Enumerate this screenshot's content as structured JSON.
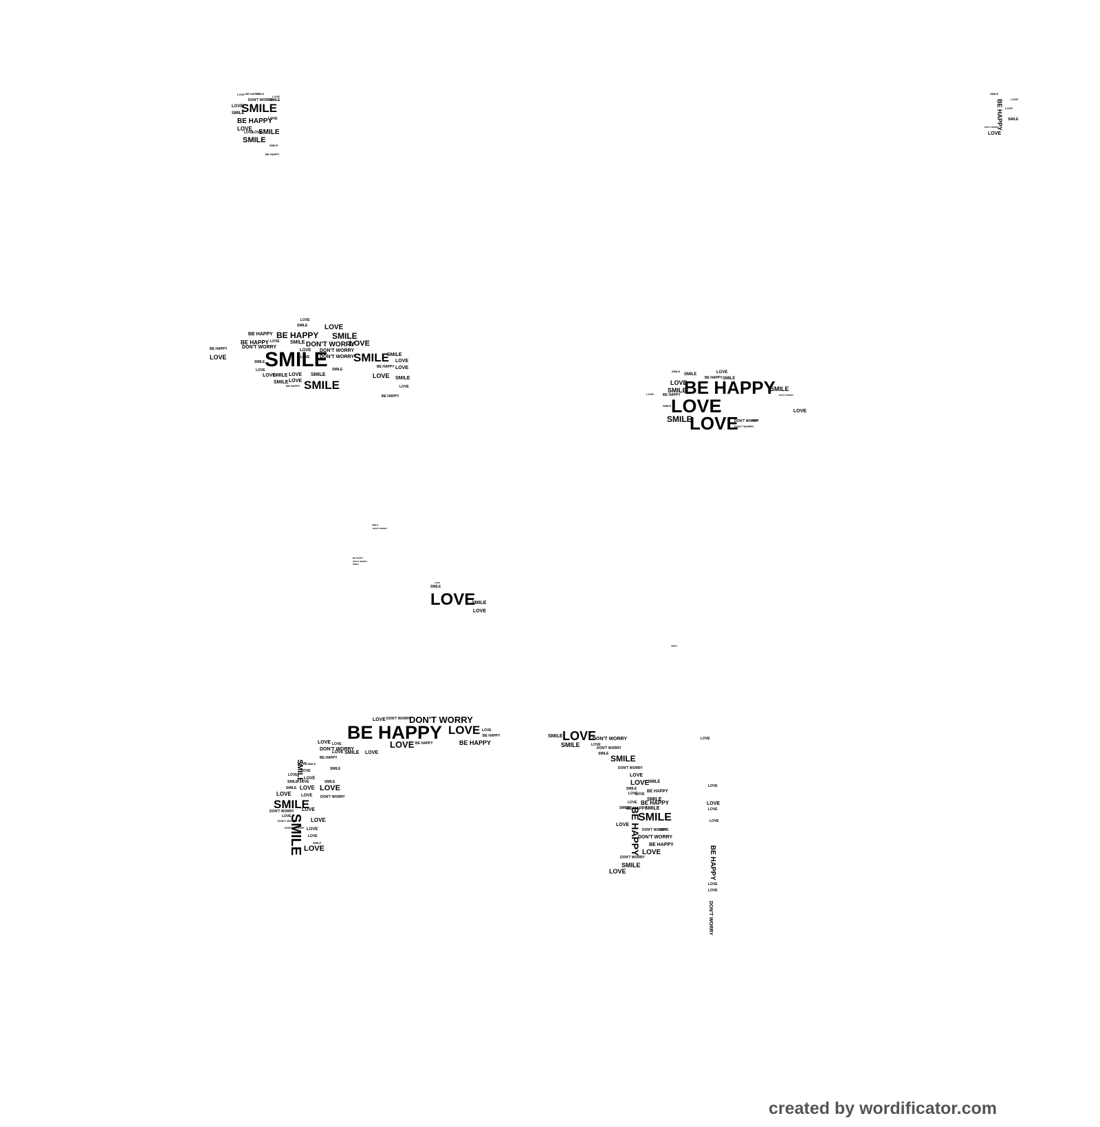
{
  "colors": {
    "background": "#ffffff",
    "text": "#000000",
    "credit": "#555555"
  },
  "credit": "created by wordificator.com",
  "clusters": [
    {
      "name": "cluster-top-left",
      "words": [
        "LOVE",
        "BE HAPPY",
        "SMILE",
        "LOVE",
        "DON'T WORRY",
        "SMILE",
        "LOVE",
        "SMILE",
        "LOVE",
        "SMILE",
        "BE HAPPY",
        "LOVE",
        "LOVE",
        "LOVE",
        "SMILE",
        "SMILE",
        "SMILE",
        "BE HAPPY"
      ]
    },
    {
      "name": "cluster-top-right",
      "words": [
        "SMILE",
        "LOVE",
        "BE HAPPY",
        "LOVE",
        "SMILE",
        "DON'T WORRY",
        "LOVE"
      ]
    },
    {
      "name": "cluster-mid-left",
      "words": [
        "LOVE",
        "SMILE",
        "LOVE",
        "BE HAPPY",
        "BE HAPPY",
        "SMILE",
        "BE HAPPY",
        "LOVE",
        "SMILE",
        "DON'T WORRY",
        "LOVE",
        "BE HAPPY",
        "DON'T WORRY",
        "LOVE",
        "DON'T WORRY",
        "LOVE",
        "DON'T WORRY",
        "SMILE",
        "LOVE",
        "SMILE",
        "SMILE",
        "SMILE",
        "LOVE",
        "LOVE",
        "BE HAPPY",
        "LOVE",
        "SMILE",
        "LOVE",
        "SMILE",
        "LOVE",
        "SMILE",
        "LOVE",
        "SMILE",
        "LOVE",
        "BE HAPPY",
        "SMILE",
        "LOVE",
        "BE HAPPY",
        "SMILE"
      ]
    },
    {
      "name": "cluster-mid-right",
      "words": [
        "SMILE",
        "LOVE",
        "LOVE",
        "SMILE",
        "BE HAPPY",
        "SMILE",
        "LOVE",
        "SMILE",
        "BE HAPPY",
        "BE HAPPY",
        "DON'T WORRY",
        "SMILE",
        "LOVE",
        "LOVE",
        "SMILE",
        "LOVE",
        "DON'T WORRY",
        "LOVE",
        "LOVE",
        "SMILE",
        "DON'T WORRY"
      ]
    },
    {
      "name": "cluster-scatter",
      "words": [
        "SMILE",
        "DON'T WORRY",
        "BE HAPPY",
        "DON'T WORRY",
        "SMILE",
        "LOVE",
        "SMILE",
        "LOVE",
        "SMILE",
        "LOVE",
        "SMILE"
      ]
    },
    {
      "name": "cluster-bottom-left",
      "words": [
        "LOVE",
        "DON'T WORRY",
        "DON'T WORRY",
        "BE HAPPY",
        "LOVE",
        "BE HAPPY",
        "LOVE",
        "BE HAPPY",
        "LOVE",
        "BE HAPPY",
        "LOVE",
        "LOVE",
        "DON'T WORRY",
        "LOVE",
        "SMILE",
        "LOVE",
        "BE HAPPY",
        "SMILE",
        "LOVE",
        "LOVE",
        "SMILE",
        "LOVE",
        "SMILE",
        "LOVE",
        "LOVE",
        "SMILE",
        "DON'T WORRY",
        "LOVE",
        "SMILE",
        "LOVE",
        "DON'T WORRY",
        "LOVE",
        "SMILE",
        "LOVE",
        "DON'T WORRY",
        "DON'T WORRY",
        "LOVE",
        "LOVE",
        "SMILE",
        "LOVE",
        "SMILE",
        "LOVE",
        "LOVE",
        "LOVE",
        "SMILE"
      ]
    },
    {
      "name": "cluster-bottom-right",
      "words": [
        "SMILE",
        "LOVE",
        "DON'T WORRY",
        "SMILE",
        "LOVE",
        "DON'T WORRY",
        "SMILE",
        "SMILE",
        "DON'T WORRY",
        "LOVE",
        "LOVE",
        "SMILE",
        "SMILE",
        "LOVE",
        "BE HAPPY",
        "LOVE",
        "SMILE",
        "LOVE",
        "BE HAPPY",
        "SMILE",
        "BE HAPPY",
        "SMILE",
        "BE HAPPY",
        "SMILE",
        "LOVE",
        "DON'T WORRY",
        "LOVE",
        "DON'T WORRY",
        "BE HAPPY",
        "LOVE",
        "DON'T WORRY",
        "SMILE",
        "LOVE",
        "LOVE",
        "LOVE",
        "LOVE",
        "LOVE",
        "LOVE",
        "BE HAPPY",
        "LOVE",
        "LOVE",
        "DON'T WORRY"
      ]
    }
  ]
}
